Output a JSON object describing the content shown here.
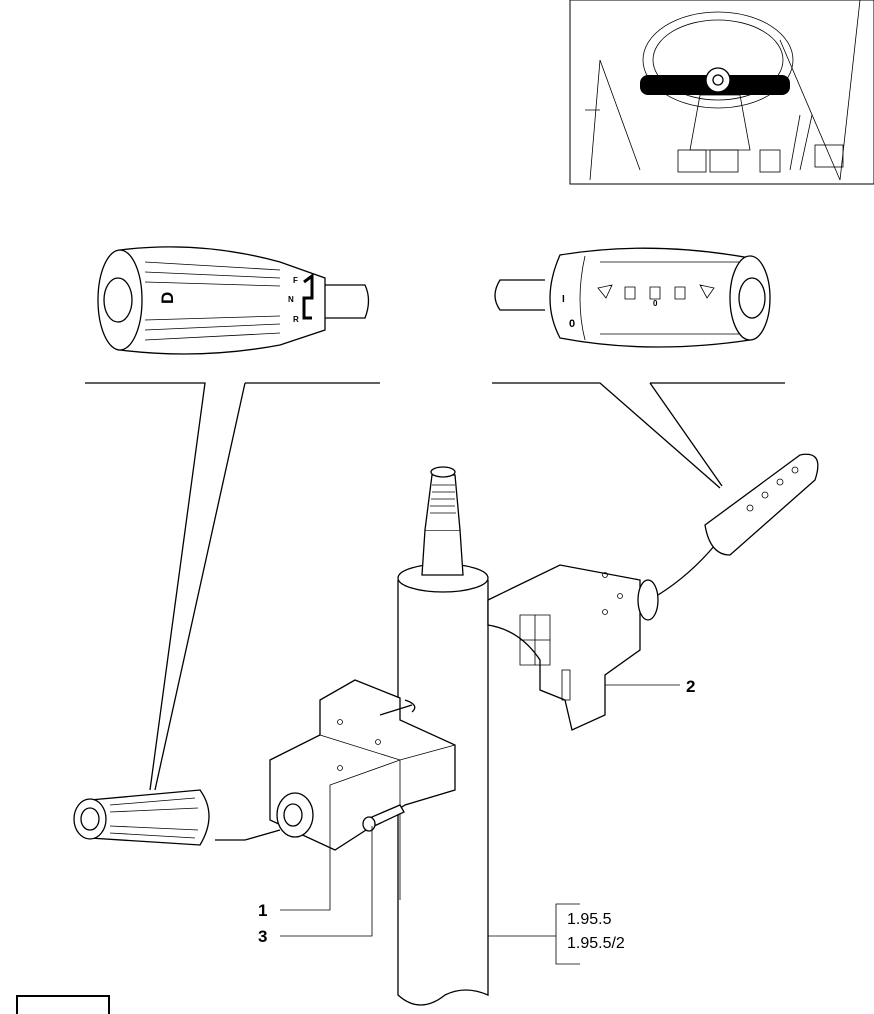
{
  "callouts": {
    "part_1": "1",
    "part_2": "2",
    "part_3": "3"
  },
  "references": [
    "1.95.5",
    "1.95.5/2"
  ],
  "left_knob": {
    "positions": [
      "F",
      "N",
      "R"
    ]
  },
  "right_knob": {
    "markings": [
      "I",
      "0",
      "0"
    ]
  }
}
